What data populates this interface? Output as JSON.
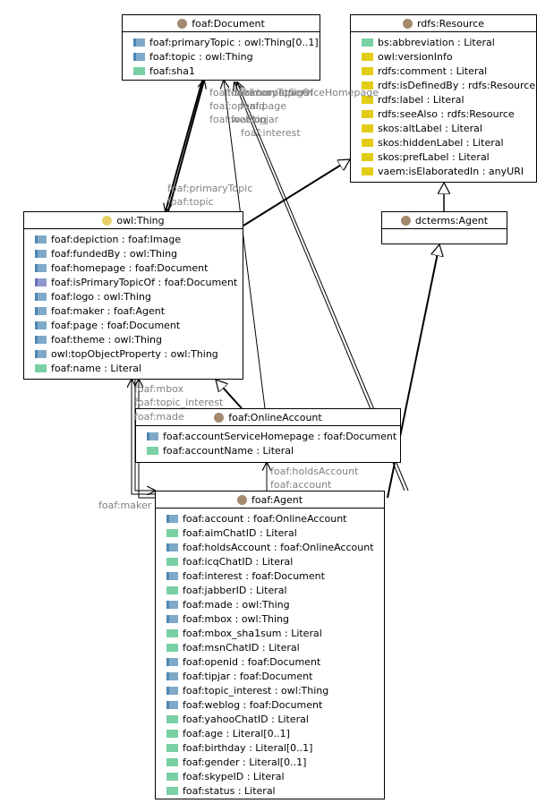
{
  "colors": {
    "class_icon": "#a38a6e",
    "thing_icon": "#e8cf6a",
    "object_property": "#7fa9c9",
    "inverse_property": "#8f98cc",
    "data_property": "#79d0a3",
    "annotation_property": "#e3cc14",
    "edge_label": "#808080"
  },
  "classes": {
    "document": {
      "name": "foaf:Document",
      "icon": "class-icon",
      "attributes": [
        {
          "text": "foaf:primaryTopic : owl:Thing[0..1]",
          "kind": "objprop"
        },
        {
          "text": "foaf:topic : owl:Thing",
          "kind": "objprop"
        },
        {
          "text": "foaf:sha1",
          "kind": "dataprop"
        }
      ]
    },
    "resource": {
      "name": "rdfs:Resource",
      "icon": "class-icon",
      "attributes": [
        {
          "text": "bs:abbreviation : Literal",
          "kind": "dataprop"
        },
        {
          "text": "owl:versionInfo",
          "kind": "annot"
        },
        {
          "text": "rdfs:comment : Literal",
          "kind": "annot"
        },
        {
          "text": "rdfs:isDefinedBy : rdfs:Resource",
          "kind": "annot"
        },
        {
          "text": "rdfs:label : Literal",
          "kind": "annot"
        },
        {
          "text": "rdfs:seeAlso : rdfs:Resource",
          "kind": "annot"
        },
        {
          "text": "skos:altLabel : Literal",
          "kind": "annot"
        },
        {
          "text": "skos:hiddenLabel : Literal",
          "kind": "annot"
        },
        {
          "text": "skos:prefLabel : Literal",
          "kind": "annot"
        },
        {
          "text": "vaem:isElaboratedIn : anyURI",
          "kind": "annot"
        }
      ]
    },
    "thing": {
      "name": "owl:Thing",
      "icon": "thing-icon",
      "attributes": [
        {
          "text": "foaf:depiction : foaf:Image",
          "kind": "objprop"
        },
        {
          "text": "foaf:fundedBy : owl:Thing",
          "kind": "objprop"
        },
        {
          "text": "foaf:homepage : foaf:Document",
          "kind": "objprop"
        },
        {
          "text": "foaf:isPrimaryTopicOf : foaf:Document",
          "kind": "objprop2"
        },
        {
          "text": "foaf:logo : owl:Thing",
          "kind": "objprop"
        },
        {
          "text": "foaf:maker : foaf:Agent",
          "kind": "objprop"
        },
        {
          "text": "foaf:page : foaf:Document",
          "kind": "objprop"
        },
        {
          "text": "foaf:theme : owl:Thing",
          "kind": "objprop"
        },
        {
          "text": "owl:topObjectProperty : owl:Thing",
          "kind": "objprop"
        },
        {
          "text": "foaf:name : Literal",
          "kind": "dataprop"
        }
      ]
    },
    "dcagent": {
      "name": "dcterms:Agent",
      "icon": "class-icon",
      "attributes": []
    },
    "onlineaccount": {
      "name": "foaf:OnlineAccount",
      "icon": "class-icon",
      "attributes": [
        {
          "text": "foaf:accountServiceHomepage : foaf:Document",
          "kind": "objprop"
        },
        {
          "text": "foaf:accountName : Literal",
          "kind": "dataprop"
        }
      ]
    },
    "agent": {
      "name": "foaf:Agent",
      "icon": "class-icon",
      "attributes": [
        {
          "text": "foaf:account : foaf:OnlineAccount",
          "kind": "objprop"
        },
        {
          "text": "foaf:aimChatID : Literal",
          "kind": "dataprop"
        },
        {
          "text": "foaf:holdsAccount : foaf:OnlineAccount",
          "kind": "objprop"
        },
        {
          "text": "foaf:icqChatID : Literal",
          "kind": "dataprop"
        },
        {
          "text": "foaf:interest : foaf:Document",
          "kind": "objprop"
        },
        {
          "text": "foaf:jabberID : Literal",
          "kind": "dataprop"
        },
        {
          "text": "foaf:made : owl:Thing",
          "kind": "objprop"
        },
        {
          "text": "foaf:mbox : owl:Thing",
          "kind": "objprop"
        },
        {
          "text": "foaf:mbox_sha1sum : Literal",
          "kind": "dataprop"
        },
        {
          "text": "foaf:msnChatID : Literal",
          "kind": "dataprop"
        },
        {
          "text": "foaf:openid : foaf:Document",
          "kind": "objprop"
        },
        {
          "text": "foaf:tipjar : foaf:Document",
          "kind": "objprop"
        },
        {
          "text": "foaf:topic_interest : owl:Thing",
          "kind": "objprop"
        },
        {
          "text": "foaf:weblog : foaf:Document",
          "kind": "objprop"
        },
        {
          "text": "foaf:yahooChatID : Literal",
          "kind": "dataprop"
        },
        {
          "text": "foaf:age : Literal[0..1]",
          "kind": "dataprop"
        },
        {
          "text": "foaf:birthday : Literal[0..1]",
          "kind": "dataprop"
        },
        {
          "text": "foaf:gender : Literal[0..1]",
          "kind": "dataprop"
        },
        {
          "text": "foaf:skypeID : Literal",
          "kind": "dataprop"
        },
        {
          "text": "foaf:status : Literal",
          "kind": "dataprop"
        }
      ]
    }
  },
  "edge_labels": {
    "doc_cluster": [
      "foaf:accountServiceHomepage",
      "foaf:isPrimaryTopicOf",
      "foaf:homepage",
      "foaf:openid",
      "foaf:page",
      "foaf:weblog",
      "foaf:tipjar"
    ],
    "interest": "foaf:interest",
    "primary_topic": "foaf:primaryTopic",
    "topic": "foaf:topic",
    "mbox": "foaf:mbox",
    "topic_interest": "foaf:topic_interest",
    "made": "foaf:made",
    "maker": "foaf:maker",
    "holds_account": "foaf:holdsAccount",
    "account": "foaf:account"
  }
}
